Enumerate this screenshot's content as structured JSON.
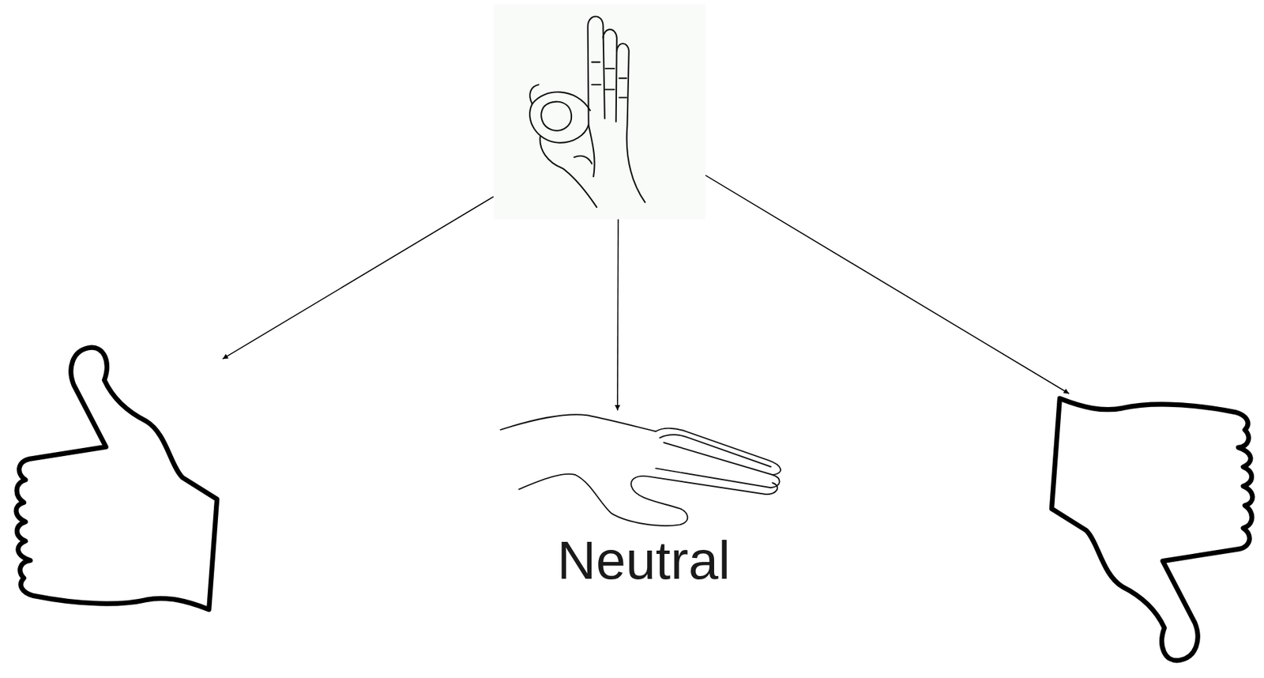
{
  "diagram": {
    "nodes": [
      {
        "text": []
      },
      {
        "text": []
      },
      {
        "text": [
          "Neutral"
        ]
      },
      {
        "text": []
      }
    ],
    "edges": [
      {
        "from": 0,
        "to": 1,
        "arrow": "to"
      },
      {
        "from": 0,
        "to": 2,
        "arrow": "to"
      },
      {
        "from": 0,
        "to": 3,
        "arrow": "to"
      }
    ]
  }
}
